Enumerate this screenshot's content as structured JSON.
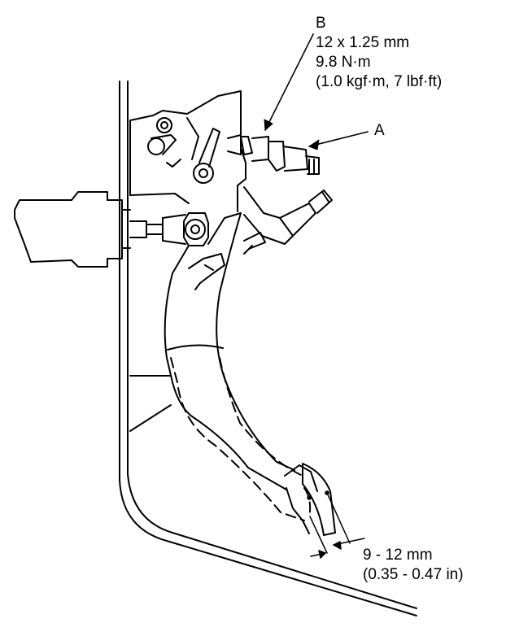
{
  "callouts": {
    "b": {
      "letter": "B",
      "lines": [
        "12 x 1.25 mm",
        "9.8 N·m",
        "(1.0 kgf·m, 7 lbf·ft)"
      ]
    },
    "a": {
      "letter": "A"
    }
  },
  "dimension": {
    "mm": "9 - 12 mm",
    "in": "(0.35 - 0.47 in)"
  }
}
